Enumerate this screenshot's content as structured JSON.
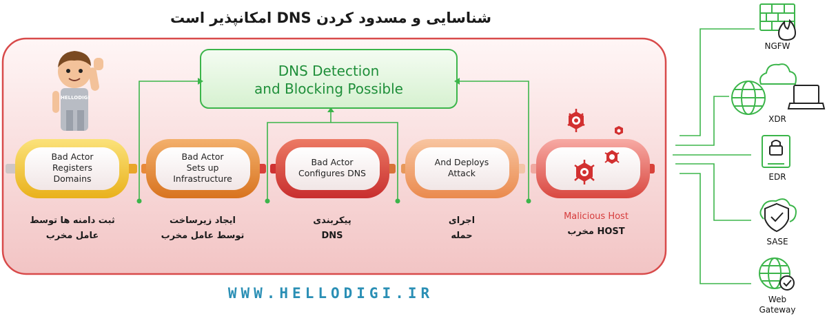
{
  "title": "شناسایی و مسدود کردن DNS امکانپذیر است",
  "center_box": {
    "line1": "DNS Detection",
    "line2": "and Blocking Possible"
  },
  "stages": [
    {
      "en": [
        "Bad Actor",
        "Registers",
        "Domains"
      ],
      "fa": [
        "ثبت دامنه ها توسط",
        "عامل مخرب"
      ],
      "color": "#f2c230"
    },
    {
      "en": [
        "Bad Actor",
        "Sets up",
        "Infrastructure"
      ],
      "fa": [
        "ایجاد زیرساخت",
        "توسط عامل مخرب"
      ],
      "color": "#e8893a"
    },
    {
      "en": [
        "Bad Actor",
        "Configures DNS"
      ],
      "fa": [
        "پیکربندی",
        "DNS"
      ],
      "color": "#d9403a"
    },
    {
      "en": [
        "And Deploys",
        "Attack"
      ],
      "fa": [
        "اجرای",
        "حمله"
      ],
      "color": "#ee9a62"
    },
    {
      "en": [],
      "fa": [
        "Malicious Host",
        "HOST مخرب"
      ],
      "color": "#e0524a"
    }
  ],
  "right_items": [
    {
      "label": "NGFW",
      "icon": "firewall-icon"
    },
    {
      "label": "XDR",
      "icon": "globe-cloud-laptop-icon"
    },
    {
      "label": "EDR",
      "icon": "lock-tablet-icon"
    },
    {
      "label": "SASE",
      "icon": "shield-cloud-icon"
    },
    {
      "label": "Web Gateway",
      "label_line1": "Web",
      "label_line2": "Gateway",
      "icon": "globe-check-icon"
    }
  ],
  "mascot_label": "HELLODIGI",
  "url": "WWW.HELLODIGI.IR",
  "colors": {
    "panel_border": "#d84a4a",
    "panel_fill": "#f9dede",
    "green": "#3bb54a",
    "accent_blue": "#2a8fb5"
  }
}
